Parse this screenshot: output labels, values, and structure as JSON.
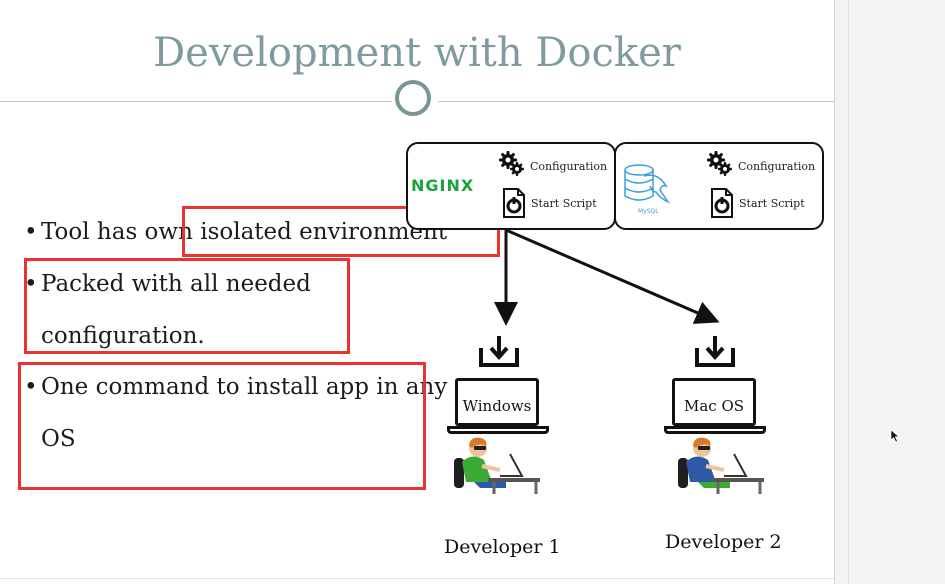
{
  "slide": {
    "title": "Development with Docker",
    "bullets": [
      {
        "marker": "•",
        "lines": [
          "Tool has own isolated environment"
        ]
      },
      {
        "marker": "•",
        "lines": [
          "Packed with all needed",
          "configuration."
        ]
      },
      {
        "marker": "•",
        "lines": [
          "One command to install app in any",
          "OS"
        ]
      }
    ]
  },
  "diagram": {
    "containers": [
      {
        "logo": "NGINX",
        "items": [
          "Configuration",
          "Start Script"
        ]
      },
      {
        "logo": "MySQL",
        "items": [
          "Configuration",
          "Start Script"
        ]
      }
    ],
    "targets": [
      {
        "os": "Windows",
        "developer": "Developer 1"
      },
      {
        "os": "Mac OS",
        "developer": "Developer 2"
      }
    ]
  },
  "colors": {
    "title": "#7f9ba0",
    "highlight": "#e8322e",
    "nginx": "#1aa33a",
    "mysql": "#3aa0d8"
  },
  "icons": [
    "gear-icon",
    "script-icon",
    "database-dolphin-icon",
    "download-icon",
    "laptop-icon",
    "developer-icon",
    "mouse-cursor-icon"
  ]
}
